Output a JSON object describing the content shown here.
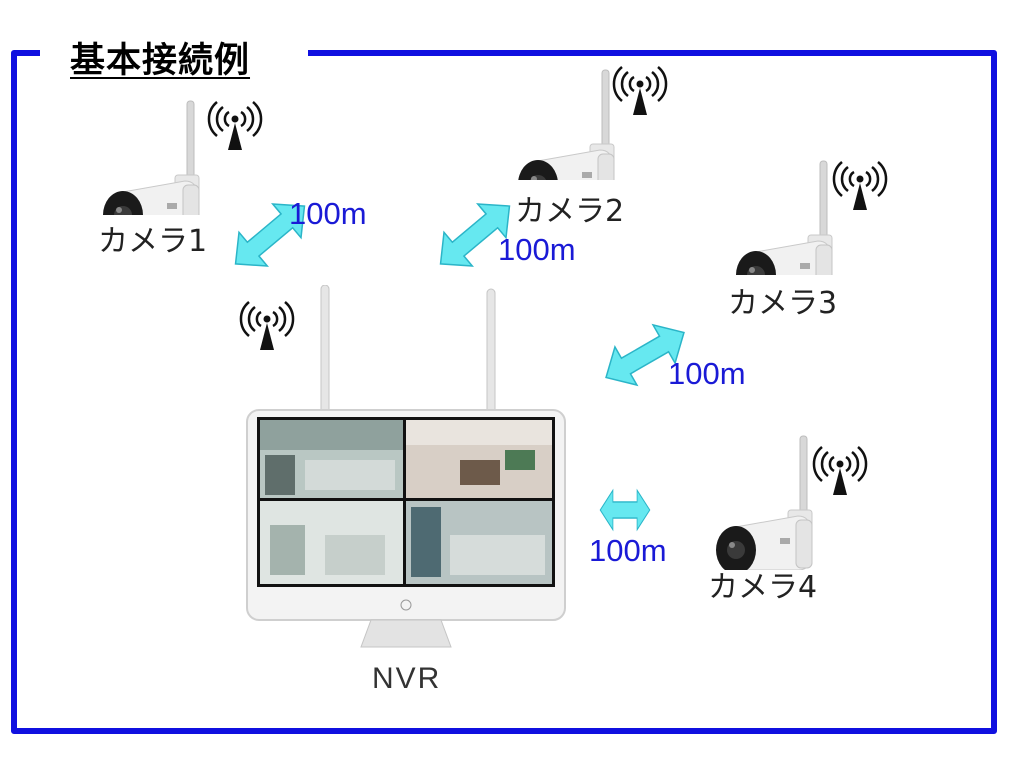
{
  "title": "基本接続例",
  "nvr": {
    "label": "NVR"
  },
  "cameras": [
    {
      "label": "カメラ1"
    },
    {
      "label": "カメラ2"
    },
    {
      "label": "カメラ3"
    },
    {
      "label": "カメラ4"
    }
  ],
  "links": [
    {
      "distance": "100m"
    },
    {
      "distance": "100m"
    },
    {
      "distance": "100m"
    },
    {
      "distance": "100m"
    }
  ],
  "colors": {
    "frame": "#1010e0",
    "distance_text": "#1a1ad6",
    "arrow": "#66e8f0"
  }
}
